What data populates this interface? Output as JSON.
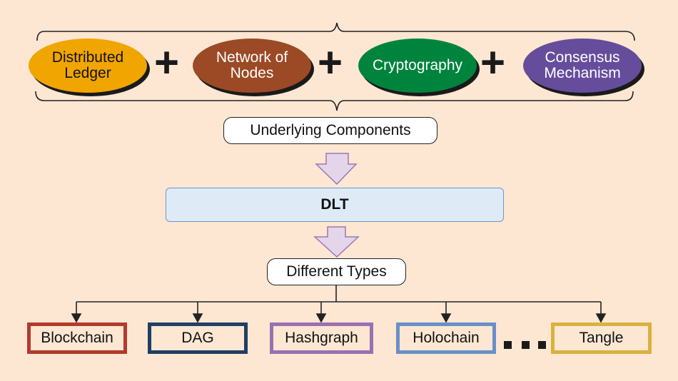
{
  "components": [
    {
      "label_line1": "Distributed",
      "label_line2": "Ledger",
      "color": "#f0a500",
      "text_color": "#111111"
    },
    {
      "label_line1": "Network of",
      "label_line2": "Nodes",
      "color": "#9b4a25",
      "text_color": "#ffffff"
    },
    {
      "label_line1": "Cryptography",
      "label_line2": "",
      "color": "#00843d",
      "text_color": "#ffffff"
    },
    {
      "label_line1": "Consensus",
      "label_line2": "Mechanism",
      "color": "#654d9c",
      "text_color": "#ffffff"
    }
  ],
  "plus_symbol": "+",
  "underlying_label": "Underlying Components",
  "dlt_label": "DLT",
  "types_label": "Different Types",
  "types": [
    {
      "label": "Blockchain",
      "color": "#b33a2a"
    },
    {
      "label": "DAG",
      "color": "#1f3f63"
    },
    {
      "label": "Hashgraph",
      "color": "#9a70b0"
    },
    {
      "label": "Holochain",
      "color": "#6a8fc8"
    },
    {
      "label": "Tangle",
      "color": "#d9b23e"
    }
  ],
  "ellipsis": "..."
}
